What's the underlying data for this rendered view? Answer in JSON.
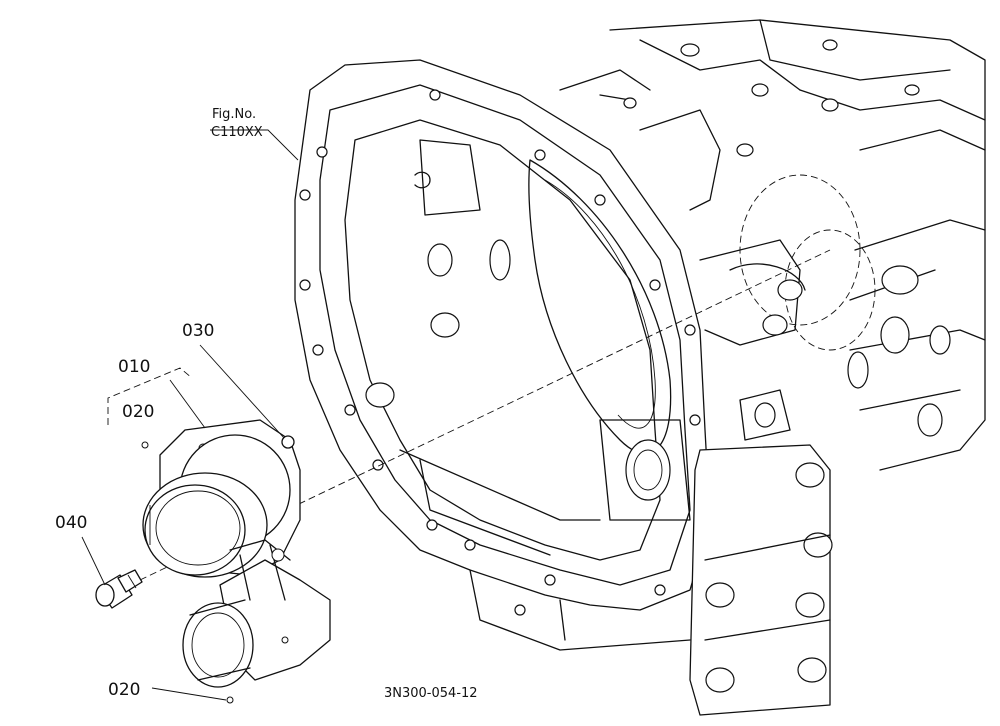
{
  "figure_ref": {
    "line1": "Fig.No.",
    "line2": "C110XX"
  },
  "callouts": {
    "c010": "010",
    "c020_upper": "020",
    "c030": "030",
    "c040": "040",
    "c020_lower": "020"
  },
  "drawing_code": "3N300-054-12",
  "icons": {
    "housing": "transmission-housing-drawing",
    "cover": "cover-assembly-drawing",
    "bolt": "bolt-drawing",
    "oring": "o-ring-drawing"
  }
}
